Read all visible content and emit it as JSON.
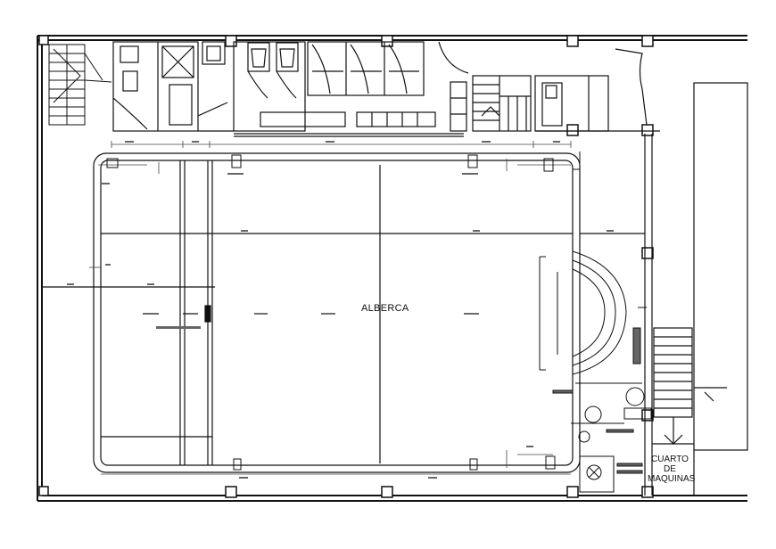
{
  "plan": {
    "pool_label": "ALBERCA",
    "machine_room_label": [
      "CUARTO",
      "DE",
      "MAQUINAS"
    ]
  },
  "colors": {
    "background": "#ffffff",
    "line": "#111111",
    "dim_line": "#444444"
  }
}
